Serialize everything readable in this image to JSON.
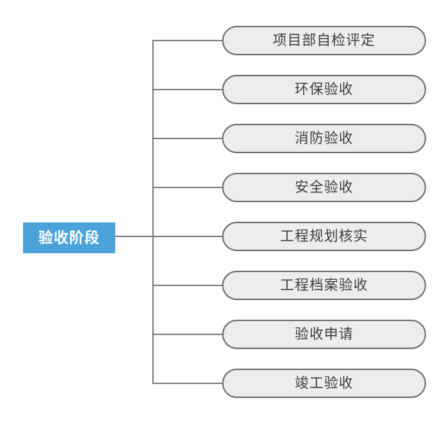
{
  "root": {
    "label": "验收阶段"
  },
  "nodes": [
    {
      "label": "项目部自检评定"
    },
    {
      "label": "环保验收"
    },
    {
      "label": "消防验收"
    },
    {
      "label": "安全验收"
    },
    {
      "label": "工程规划核实"
    },
    {
      "label": "工程档案验收"
    },
    {
      "label": "验收申请"
    },
    {
      "label": "竣工验收"
    }
  ],
  "colors": {
    "background": "#ffffff",
    "root_bg": "#4ba3da",
    "root_text": "#ffffff",
    "pill_bg": "#ededed",
    "pill_border": "#6e6e6e",
    "pill_text": "#3d3d3d",
    "line": "#7f7f7f"
  }
}
